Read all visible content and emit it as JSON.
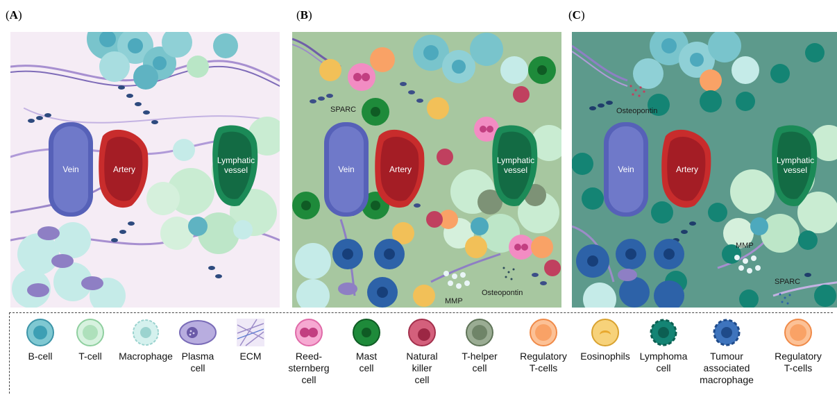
{
  "panels": [
    {
      "label_letter": "A",
      "vessels": {
        "vein": "Vein",
        "artery": "Artery",
        "lymph_line1": "Lymphatic",
        "lymph_line2": "vessel"
      }
    },
    {
      "label_letter": "B",
      "vessels": {
        "vein": "Vein",
        "artery": "Artery",
        "lymph_line1": "Lymphatic",
        "lymph_line2": "vessel"
      },
      "annotations": {
        "sparc": "SPARC",
        "mmp": "MMP",
        "osteopontin": "Osteopontin"
      }
    },
    {
      "label_letter": "C",
      "vessels": {
        "vein": "Vein",
        "artery": "Artery",
        "lymph_line1": "Lymphatic",
        "lymph_line2": "vessel"
      },
      "annotations": {
        "osteopontin": "Osteopontin",
        "mmp": "MMP",
        "sparc": "SPARC"
      }
    }
  ],
  "legend": [
    {
      "line1": "B-cell",
      "line2": "",
      "line3": "",
      "icon": "b-cell-icon",
      "color": "#4da9bd"
    },
    {
      "line1": "T-cell",
      "line2": "",
      "line3": "",
      "icon": "t-cell-icon",
      "color": "#b9e6c6"
    },
    {
      "line1": "Macrophage",
      "line2": "",
      "line3": "",
      "icon": "macrophage-icon",
      "color": "#c5ebe8"
    },
    {
      "line1": "Plasma",
      "line2": "cell",
      "line3": "",
      "icon": "plasma-cell-icon",
      "color": "#8e7fc4"
    },
    {
      "line1": "ECM",
      "line2": "",
      "line3": "",
      "icon": "ecm-icon",
      "color": "#9c8cc8"
    },
    {
      "line1": "Reed-",
      "line2": "sternberg",
      "line3": "cell",
      "icon": "reed-sternberg-cell-icon",
      "color": "#f28cc3"
    },
    {
      "line1": "Mast",
      "line2": "cell",
      "line3": "",
      "icon": "mast-cell-icon",
      "color": "#1e8a3a"
    },
    {
      "line1": "Natural",
      "line2": "killer",
      "line3": "cell",
      "icon": "natural-killer-cell-icon",
      "color": "#c0405f"
    },
    {
      "line1": "T-helper",
      "line2": "cell",
      "line3": "",
      "icon": "t-helper-cell-icon",
      "color": "#7d9276"
    },
    {
      "line1": "Regulatory",
      "line2": "T-cells",
      "line3": "",
      "icon": "regulatory-t-cell-icon",
      "color": "#f9a266"
    },
    {
      "line1": "Eosinophils",
      "line2": "",
      "line3": "",
      "icon": "eosinophil-icon",
      "color": "#f2c058"
    },
    {
      "line1": "Lymphoma",
      "line2": "cell",
      "line3": "",
      "icon": "lymphoma-cell-icon",
      "color": "#148474"
    },
    {
      "line1": "Tumour",
      "line2": "associated",
      "line3": "macrophage",
      "icon": "tumour-associated-macrophage-icon",
      "color": "#2d62a8"
    },
    {
      "line1": "Regulatory",
      "line2": "T-cells",
      "line3": "",
      "icon": "regulatory-t-cell-icon",
      "color": "#f9a266"
    }
  ]
}
